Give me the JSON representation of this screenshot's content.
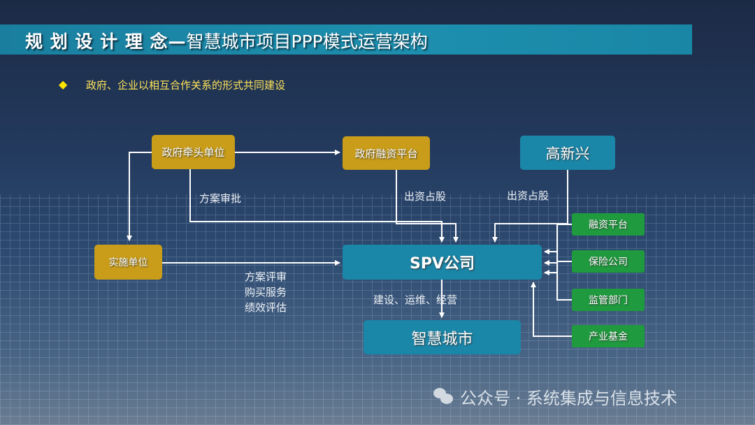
{
  "title": {
    "main": "规 划 设 计 理 念—",
    "sub": "智慧城市项目PPP模式运营架构"
  },
  "bullet": {
    "icon": "diamond-icon",
    "symbol": "◆",
    "text": "政府、企业以相互合作关系的形式共同建设"
  },
  "nodes": {
    "gov_lead": "政府牵头单位",
    "gov_finance": "政府融资平台",
    "gaoxinxing": "高新兴",
    "implementer": "实施单位",
    "spv": "SPV公司",
    "smart_city": "智慧城市",
    "side": [
      "融资平台",
      "保险公司",
      "监管部门",
      "产业基金"
    ]
  },
  "edge_labels": {
    "approval": "方案审批",
    "equity1": "出资占股",
    "equity2": "出资占股",
    "review": [
      "方案评审",
      "购买服务",
      "绩效评估"
    ],
    "operate": "建设、运维、经营"
  },
  "colors": {
    "gold": "#c99d19",
    "teal": "#1a86a8",
    "green": "#1f9a3e",
    "bullet": "#ffe400"
  },
  "watermark": "公众号 · 系统集成与信息技术"
}
